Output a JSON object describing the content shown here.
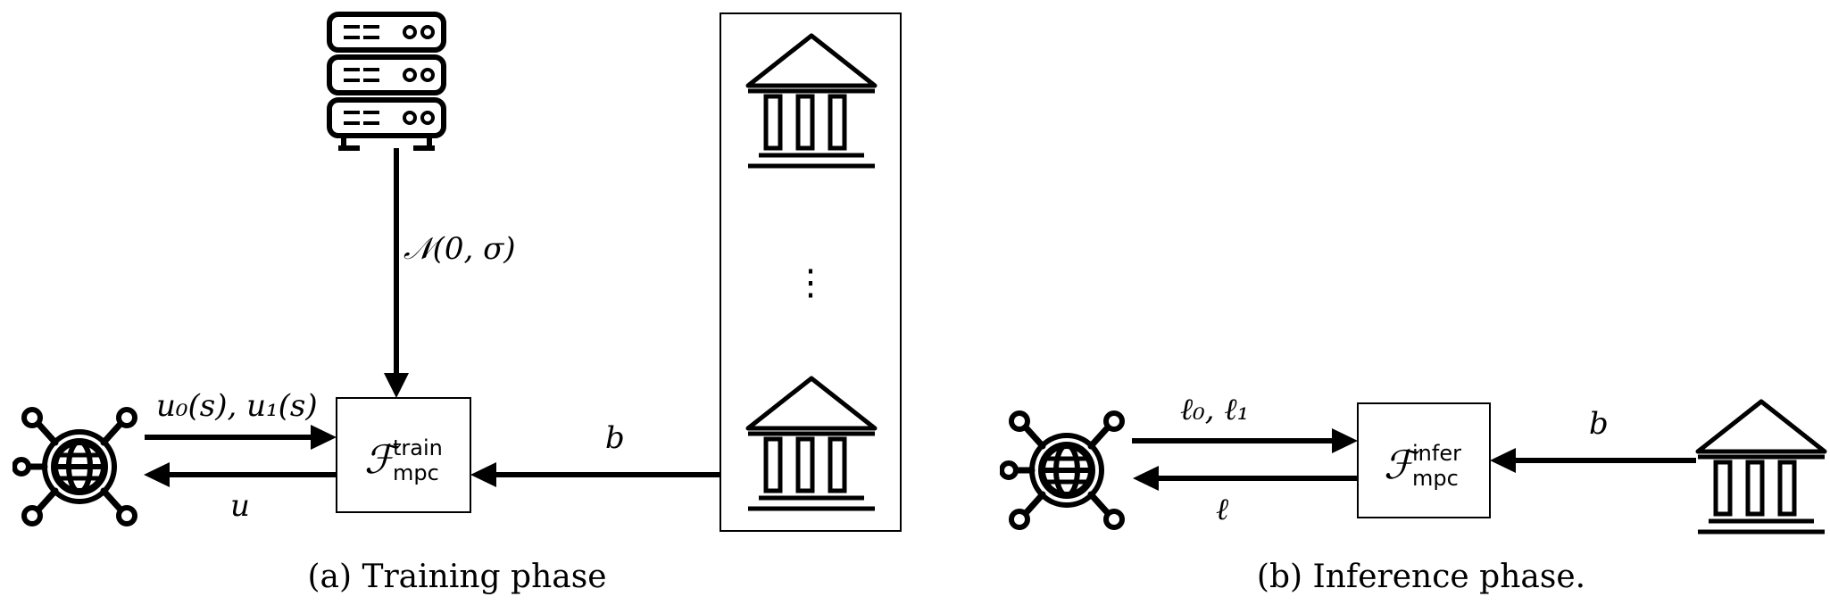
{
  "training": {
    "noise_label": "𝒩(0, σ)",
    "input_label": "u₀(s), u₁(s)",
    "output_label": "u",
    "bank_label": "b",
    "ellipsis": "⋮",
    "func_main": "ℱ",
    "func_sup": "train",
    "func_sub": "mpc",
    "caption": "(a) Training phase"
  },
  "inference": {
    "input_label": "ℓ₀, ℓ₁",
    "output_label": "ℓ",
    "bank_label": "b",
    "func_main": "ℱ",
    "func_sup": "infer",
    "func_sub": "mpc",
    "caption": "(b) Inference phase."
  },
  "icons": [
    "server-icon",
    "bank-icon",
    "network-globe-icon"
  ]
}
